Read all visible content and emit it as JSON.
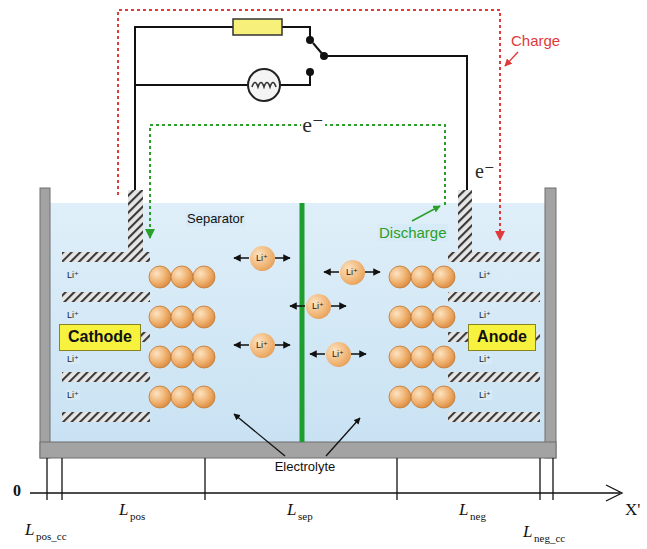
{
  "diagram": {
    "nodes": [
      {
        "text": [
          "Cathode"
        ]
      },
      {
        "text": [
          "Li⁺"
        ]
      },
      {
        "text": [
          "Li⁺"
        ]
      },
      {
        "text": [
          "Li⁺"
        ]
      },
      {
        "text": [
          "Li⁺"
        ]
      },
      {
        "text": [
          "Li⁺"
        ]
      },
      {
        "text": [
          "Anode"
        ]
      }
    ],
    "labels": [
      "Charge",
      "e⁻",
      "e⁻",
      "Separator",
      "Discharge",
      "Li⁺",
      "Li⁺",
      "Li⁺",
      "Li⁺",
      "Li⁺",
      "Li⁺",
      "Li⁺",
      "Li⁺",
      "Electrolyte",
      "0",
      "L",
      "pos_cc",
      "L",
      "pos",
      "L",
      "sep",
      "L",
      "neg",
      "L",
      "neg_cc",
      "X'"
    ]
  }
}
